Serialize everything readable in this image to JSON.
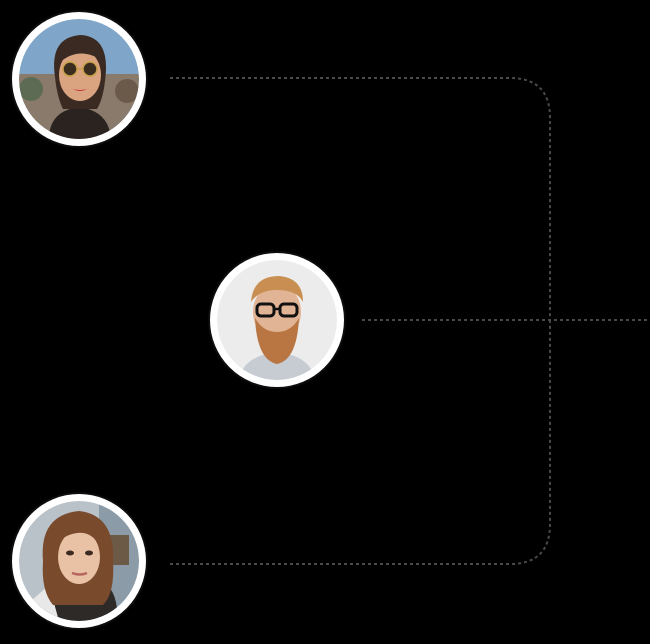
{
  "diagram": {
    "background": "#000000",
    "line_color": "#4a4a4a",
    "nodes": [
      {
        "id": "woman-sunglasses",
        "label": "",
        "icon": "person-avatar-photo"
      },
      {
        "id": "bearded-man",
        "label": "",
        "icon": "person-avatar-photo"
      },
      {
        "id": "woman-selfie",
        "label": "",
        "icon": "person-avatar-photo"
      }
    ],
    "edges": [
      {
        "from": "woman-sunglasses",
        "to": "bearded-man"
      },
      {
        "from": "woman-selfie",
        "to": "bearded-man"
      }
    ]
  }
}
